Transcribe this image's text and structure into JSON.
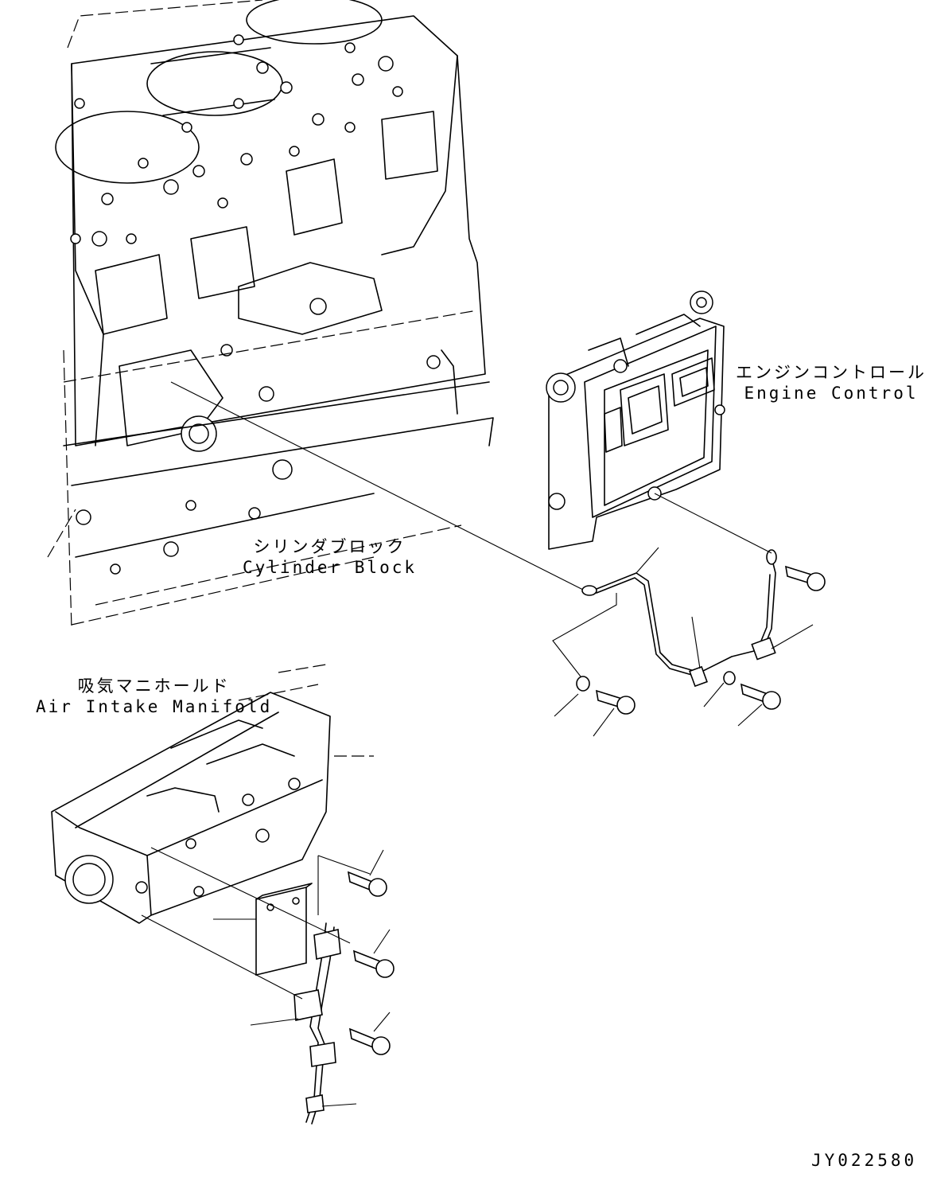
{
  "labels": {
    "engine_control_jp": "エンジンコントロール",
    "engine_control_en": "Engine Control",
    "cylinder_block_jp": "シリンダブロック",
    "cylinder_block_en": "Cylinder Block",
    "air_intake_manifold_jp": "吸気マニホールド",
    "air_intake_manifold_en": "Air Intake Manifold"
  },
  "drawing_number": "JY022580"
}
